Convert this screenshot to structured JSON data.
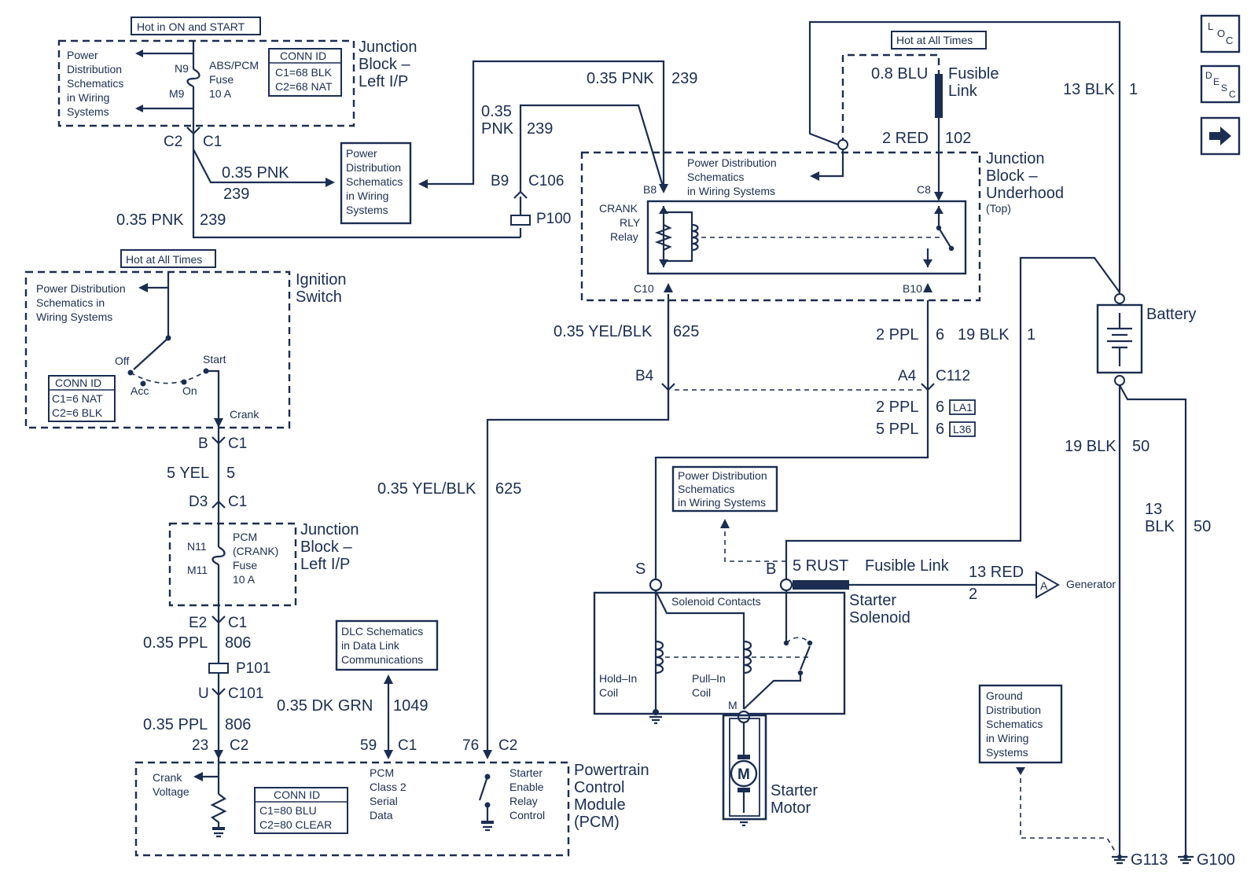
{
  "nav": {
    "loc_label": [
      "L",
      "O",
      "C"
    ],
    "desc_label": [
      "D",
      "E",
      "S",
      "C"
    ]
  },
  "labels": {
    "hot_on_start": "Hot in ON and START",
    "pd_schem_1": [
      "Power",
      "Distribution",
      "Schematics",
      "in Wiring",
      "Systems"
    ],
    "n9": "N9",
    "m9": "M9",
    "abs_fuse": [
      "ABS/PCM",
      "Fuse",
      "10 A"
    ],
    "conn_id_1": [
      "CONN ID",
      "C1=68 BLK",
      "C2=68 NAT"
    ],
    "jb_left_ip_1": [
      "Junction",
      "Block –",
      "Left I/P"
    ],
    "c2_top": "C2",
    "c1_top": "C1",
    "pnk_035_a": "0.35 PNK",
    "pnk_239_a": "239",
    "pnk_035_b": "0.35 PNK",
    "pnk_239_b": "239",
    "pd_schem_2": [
      "Power",
      "Distribution",
      "Schematics",
      "in Wiring",
      "Systems"
    ],
    "pnk_035_c": "0.35 PNK",
    "pnk_239_c": "239",
    "pnk_035_d": [
      "0.35",
      "PNK"
    ],
    "pnk_239_d": "239",
    "b9": "B9",
    "c106": "C106",
    "p100": "P100",
    "hot_all_times_1": "Hot at All Times",
    "pd_schem_3": [
      "Power Distribution",
      "Schematics in",
      "Wiring Systems"
    ],
    "ignition_switch": [
      "Ignition",
      "Switch"
    ],
    "off": "Off",
    "start": "Start",
    "acc": "Acc",
    "on": "On",
    "crank": "Crank",
    "conn_id_2": [
      "CONN ID",
      "C1=6 NAT",
      "C2=6 BLK"
    ],
    "b_c1": [
      "B",
      "C1"
    ],
    "yel5": [
      "5 YEL",
      "5"
    ],
    "d3_c1": [
      "D3",
      "C1"
    ],
    "n11": "N11",
    "m11": "M11",
    "pcm_fuse": [
      "PCM",
      "(CRANK)",
      "Fuse",
      "10 A"
    ],
    "jb_left_ip_2": [
      "Junction",
      "Block –",
      "Left I/P"
    ],
    "e2_c1": [
      "E2",
      "C1"
    ],
    "ppl806_a": [
      "0.35 PPL",
      "806"
    ],
    "p101": "P101",
    "u_c101": [
      "U",
      "C101"
    ],
    "ppl806_b": [
      "0.35 PPL",
      "806"
    ],
    "c23_c2": [
      "23",
      "C2"
    ],
    "crank_voltage": [
      "Crank",
      "Voltage"
    ],
    "conn_id_3": [
      "CONN ID",
      "C1=80 BLU",
      "C2=80 CLEAR"
    ],
    "dlc_schem": [
      "DLC Schematics",
      "in Data Link",
      "Communications"
    ],
    "dk_grn": [
      "0.35 DK GRN",
      "1049"
    ],
    "c59_c1": [
      "59",
      "C1"
    ],
    "pcm_class2": [
      "PCM",
      "Class 2",
      "Serial",
      "Data"
    ],
    "c76_c2": [
      "76",
      "C2"
    ],
    "starter_enable": [
      "Starter",
      "Enable",
      "Relay",
      "Control"
    ],
    "pcm_title": [
      "Powertrain",
      "Control",
      "Module",
      "(PCM)"
    ],
    "yelblk625_low": [
      "0.35 YEL/BLK",
      "625"
    ],
    "hot_all_times_2": "Hot at All Times",
    "blu08": "0.8 BLU",
    "fusible_link_1": [
      "Fusible",
      "Link"
    ],
    "red102": [
      "2 RED",
      "102"
    ],
    "pd_schem_4": [
      "Power Distribution",
      "Schematics",
      "in Wiring Systems"
    ],
    "b8": "B8",
    "c8": "C8",
    "crank_rly": [
      "CRANK",
      "RLY",
      "Relay"
    ],
    "c10": "C10",
    "b10": "B10",
    "jb_underhood": [
      "Junction",
      "Block –",
      "Underhood"
    ],
    "top": "(Top)",
    "blk13_1": [
      "13 BLK",
      "1"
    ],
    "yelblk625_up": [
      "0.35 YEL/BLK",
      "625"
    ],
    "ppl6_a": [
      "2 PPL",
      "6"
    ],
    "blk19_1": [
      "19 BLK",
      "1"
    ],
    "b4": "B4",
    "a4": "A4",
    "c112": "C112",
    "ppl6_la1": [
      "2 PPL",
      "6",
      "LA1"
    ],
    "ppl6_l36": [
      "5 PPL",
      "6",
      "L36"
    ],
    "battery": "Battery",
    "blk19_50": [
      "19 BLK",
      "50"
    ],
    "blk13_50": [
      "13",
      "BLK",
      "50"
    ],
    "pd_schem_5": [
      "Power Distribution",
      "Schematics",
      "in Wiring Systems"
    ],
    "s": "S",
    "b": "B",
    "rust5": "5 RUST",
    "fusible_link_2": "Fusible Link",
    "red13": [
      "13 RED",
      "2"
    ],
    "gen_a": "A",
    "generator": "Generator",
    "starter_solenoid": [
      "Starter",
      "Solenoid"
    ],
    "solenoid_contacts": "Solenoid Contacts",
    "hold_in": [
      "Hold–In",
      "Coil"
    ],
    "pull_in": [
      "Pull–In",
      "Coil"
    ],
    "m_term": "M",
    "motor_m": "M",
    "starter_motor": [
      "Starter",
      "Motor"
    ],
    "ground_schem": [
      "Ground",
      "Distribution",
      "Schematics",
      "in Wiring",
      "Systems"
    ],
    "g113": "G113",
    "g100": "G100"
  }
}
